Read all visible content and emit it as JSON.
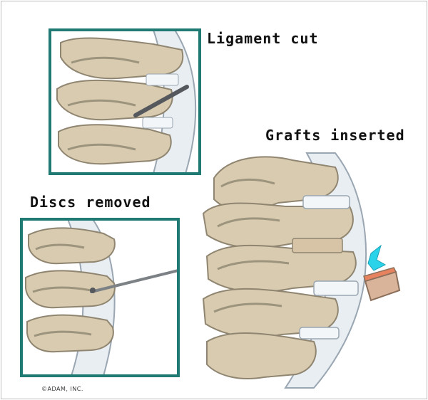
{
  "labels": {
    "ligament_cut": "Ligament cut",
    "grafts_inserted": "Grafts inserted",
    "discs_removed": "Discs removed"
  },
  "copyright": "©ADAM, INC.",
  "colors": {
    "bone": "#d9cdb2",
    "bone_shadow": "#a89e85",
    "disc": "#eef3f8",
    "inset_border": "#1f7a73",
    "graft": "#d9b49a",
    "graft_top": "#e7825f",
    "graft_marker": "#2bd3ea",
    "tool": "#8a8f94"
  }
}
